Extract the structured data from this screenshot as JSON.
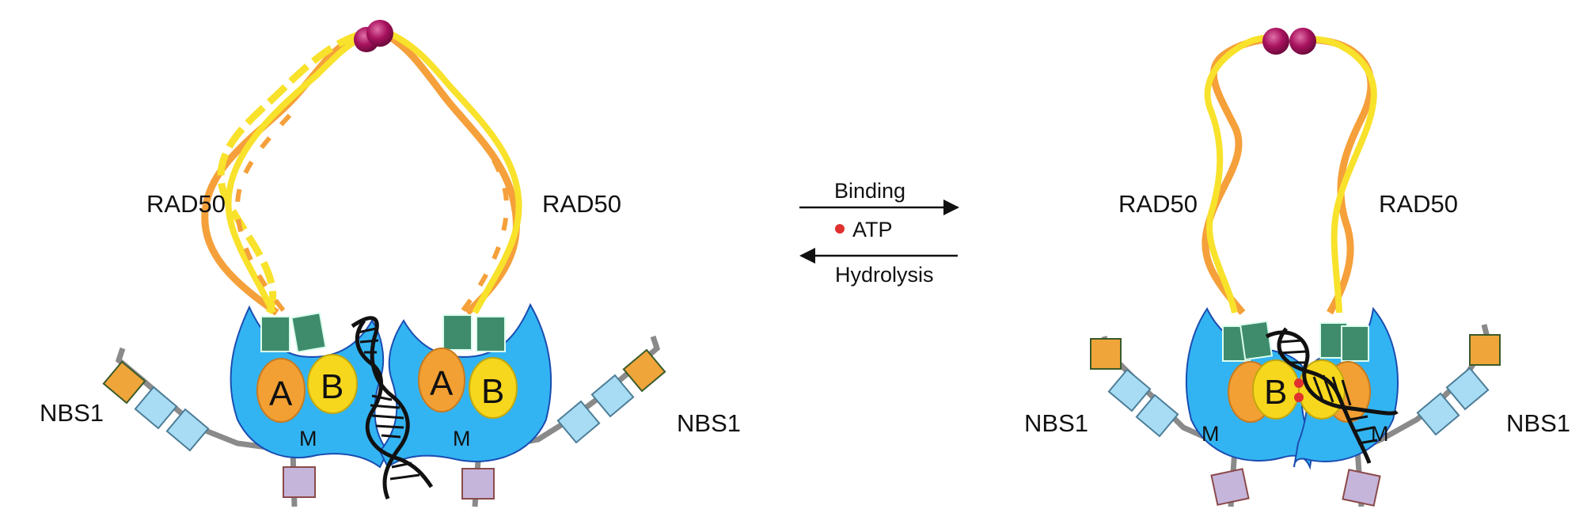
{
  "left_complex": {
    "rad50_left_label": "RAD50",
    "rad50_right_label": "RAD50",
    "nbs1_left_label": "NBS1",
    "nbs1_right_label": "NBS1",
    "domain_a_left": "A",
    "domain_b_left": "B",
    "domain_a_right": "A",
    "domain_b_right": "B",
    "mre11_left": "M",
    "mre11_right": "M"
  },
  "equilibrium": {
    "forward_label": "Binding",
    "ligand_label": "ATP",
    "reverse_label": "Hydrolysis"
  },
  "right_complex": {
    "rad50_left_label": "RAD50",
    "rad50_right_label": "RAD50",
    "nbs1_left_label": "NBS1",
    "nbs1_right_label": "NBS1",
    "domain_b_left": "B",
    "mre11_left": "M",
    "mre11_right": "M"
  },
  "colors": {
    "coil_yellow": "#F8E22B",
    "coil_orange": "#F5A03A",
    "hinge": "#A8125E",
    "mre11_blue": "#33B4F2",
    "mre11_stroke": "#1A4DB0",
    "domain_orange": "#F2A033",
    "domain_yellow": "#F7D71E",
    "green_box": "#3F8C6C",
    "nbs1_tan": "#F0A53A",
    "nbs1_light": "#A7DCF4",
    "nbs1_lilac": "#C6B5DB",
    "atp_red": "#E0312E"
  }
}
